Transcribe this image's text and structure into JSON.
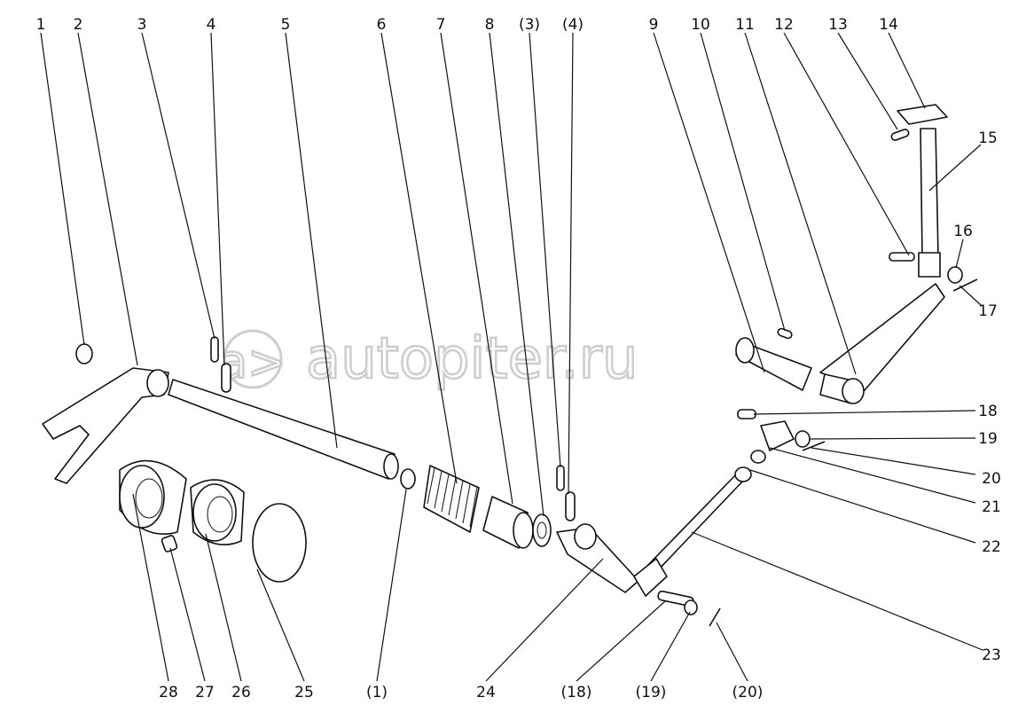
{
  "watermark": "autopiter.ru",
  "labels_top": [
    "1",
    "2",
    "3",
    "4",
    "5",
    "6",
    "7",
    "8",
    "(3)",
    "(4)",
    "9",
    "10",
    "11",
    "12",
    "13",
    "14"
  ],
  "labels_right": [
    "15",
    "16",
    "17",
    "18",
    "19",
    "20",
    "21",
    "22",
    "23"
  ],
  "labels_bottom": [
    "28",
    "27",
    "26",
    "25",
    "(1)",
    "24",
    "(18)",
    "(19)",
    "(20)"
  ]
}
